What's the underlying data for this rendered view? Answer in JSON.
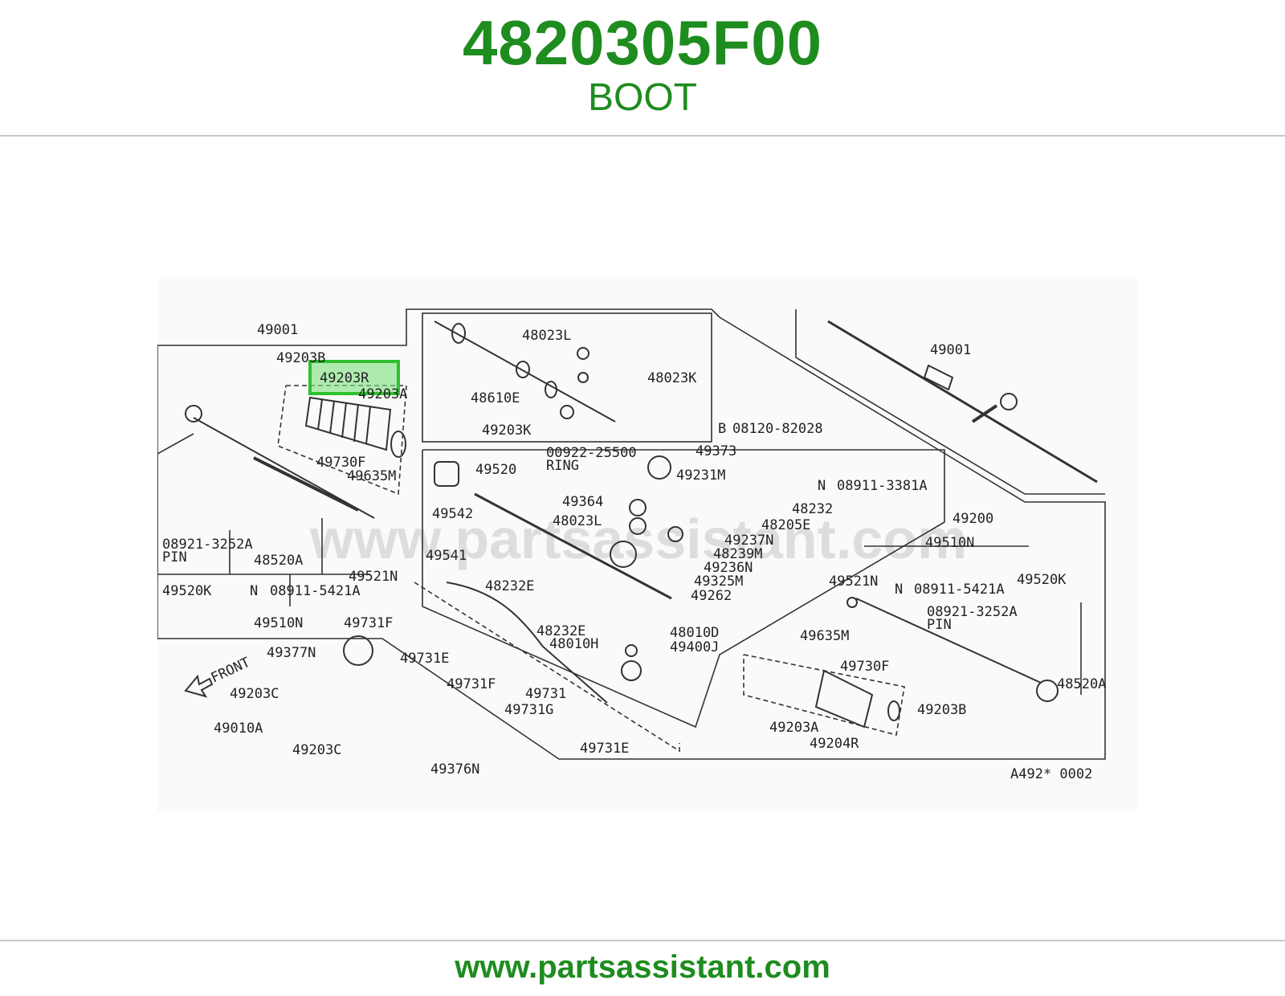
{
  "header": {
    "part_number": "4820305F00",
    "part_name": "BOOT"
  },
  "footer": {
    "url": "www.partsassistant.com"
  },
  "colors": {
    "brand_green": "#1e8c1e",
    "highlight_green": "#4cd14c"
  },
  "diagram": {
    "watermark": "www.partsassistant.com",
    "code": "A492* 0002",
    "front_label": "FRONT",
    "highlighted_label": "49203R",
    "labels": {
      "l49001": "49001",
      "l49203B": "49203B",
      "l49203R": "49203R",
      "l49203A": "49203A",
      "l49730F": "49730F",
      "l49635M": "49635M",
      "l08921": "08921-3252A",
      "pin": "PIN",
      "l48520A": "48520A",
      "l49521N": "49521N",
      "l49520K": "49520K",
      "l08911": "08911-5421A",
      "l49510N": "49510N",
      "l49731F": "49731F",
      "l49731E": "49731E",
      "l49377N": "49377N",
      "l49203C": "49203C",
      "l49010A": "49010A",
      "l49203C2": "49203C",
      "l49376N": "49376N",
      "l49731F2": "49731F",
      "l49731": "49731",
      "l49731G": "49731G",
      "l49731E2": "49731E",
      "l48023L": "48023L",
      "l48023K": "48023K",
      "l48610E": "48610E",
      "l49203K": "49203K",
      "l00922": "00922-25500",
      "ring": "RING",
      "l49373": "49373",
      "l49520": "49520",
      "l49231M": "49231M",
      "l49364": "49364",
      "l48023L2": "48023L",
      "l49542": "49542",
      "l49541": "49541",
      "l48232E": "48232E",
      "l48232E2": "48232E",
      "l48010H": "48010H",
      "l49237N": "49237N",
      "l48239M": "48239M",
      "l49236N": "49236N",
      "l49325M": "49325M",
      "l49262": "49262",
      "l48010D": "48010D",
      "l49400J": "49400J",
      "l08120": "08120-82028",
      "b": "B",
      "n": "N",
      "l08911b": "08911-3381A",
      "l48232": "48232",
      "l48205E": "48205E",
      "l49200": "49200",
      "l49001b": "49001",
      "l49510Nb": "49510N",
      "l49521Nb": "49521N",
      "l08911c": "08911-5421A",
      "l49520Kb": "49520K",
      "l08921b": "08921-3252A",
      "pinb": "PIN",
      "l49635Mb": "49635M",
      "l49730Fb": "49730F",
      "l48520Ab": "48520A",
      "l49203Bb": "49203B",
      "l49203Ab": "49203A",
      "l49204R": "49204R"
    }
  }
}
